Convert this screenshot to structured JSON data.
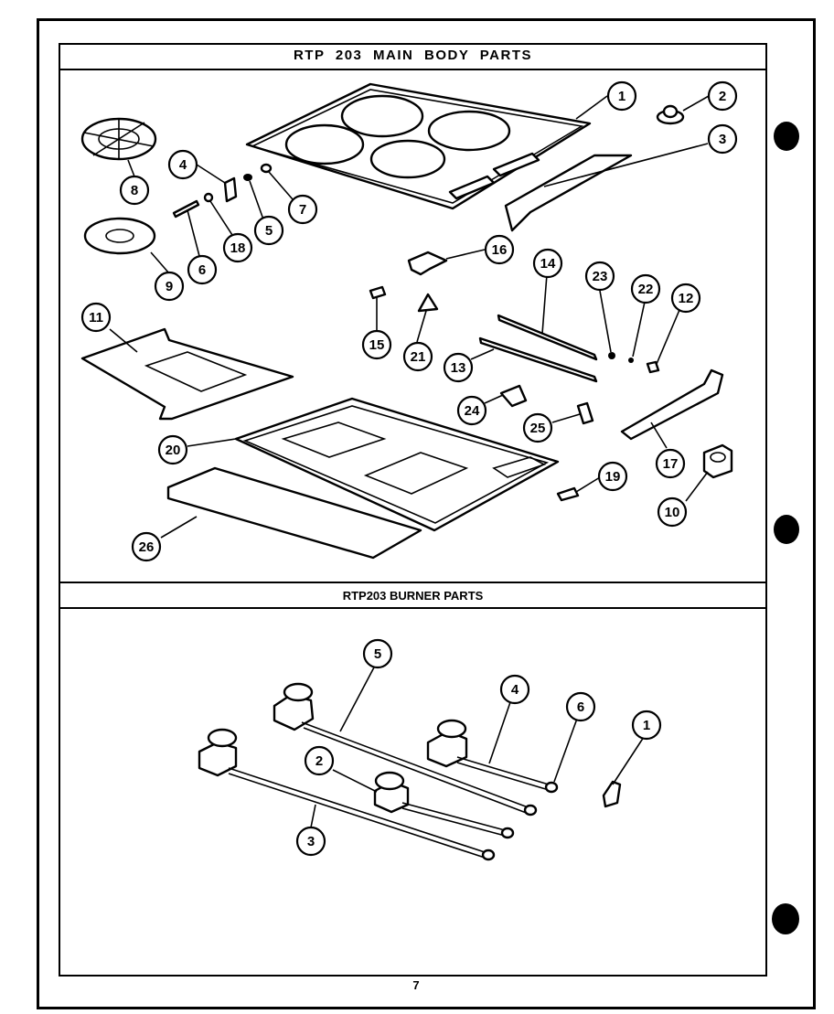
{
  "sections": {
    "main_title": "RTP 203 MAIN BODY PARTS",
    "burner_title": "RTP203 BURNER PARTS"
  },
  "page_number": "7",
  "main_callouts": [
    "1",
    "2",
    "3",
    "4",
    "5",
    "6",
    "7",
    "8",
    "9",
    "11",
    "10",
    "12",
    "13",
    "14",
    "15",
    "16",
    "17",
    "18",
    "19",
    "20",
    "21",
    "22",
    "23",
    "24",
    "25",
    "26"
  ],
  "burner_callouts": [
    "5",
    "4",
    "6",
    "1",
    "2",
    "3"
  ]
}
